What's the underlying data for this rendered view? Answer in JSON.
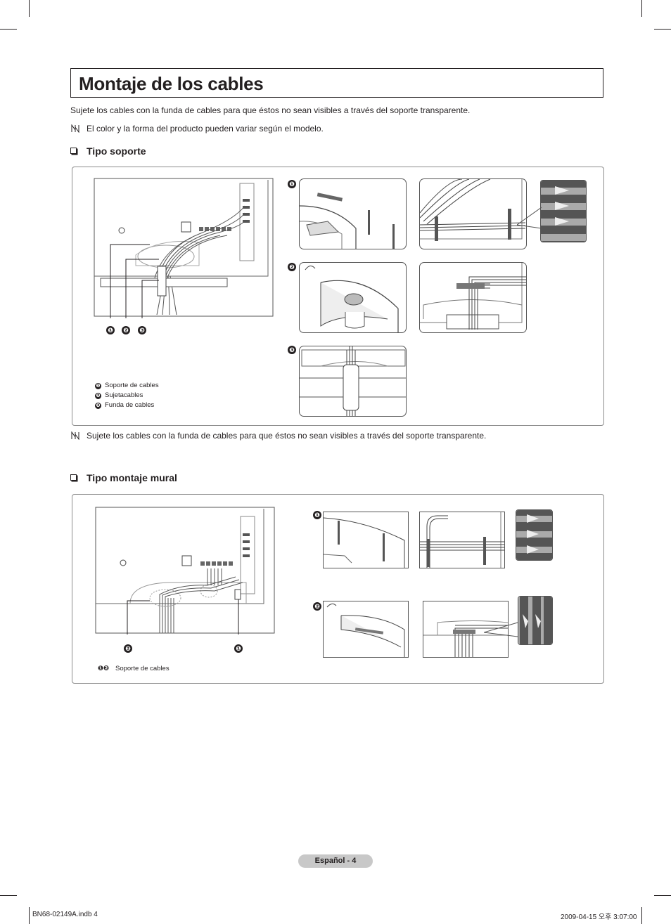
{
  "page": {
    "title": "Montaje de los cables",
    "intro": "Sujete los cables con la funda de cables para que éstos no sean visibles a través del soporte transparente.",
    "note_1": "El color y la forma del producto pueden variar según el modelo.",
    "note_2": "Sujete los cables con la funda de cables para que éstos no sean visibles a través del soporte transparente."
  },
  "section_stand": {
    "heading": "Tipo soporte",
    "callouts": [
      "❶",
      "❷",
      "❸"
    ],
    "legend": [
      {
        "marker": "❶",
        "label": "Soporte de cables"
      },
      {
        "marker": "❷",
        "label": "Sujetacables"
      },
      {
        "marker": "❸",
        "label": "Funda de cables"
      }
    ]
  },
  "section_wall": {
    "heading": "Tipo montaje mural",
    "callouts": [
      "❷",
      "❶"
    ],
    "steps": [
      "❶",
      "❷"
    ],
    "legend": [
      {
        "marker": "❶❷",
        "label": "Soporte de cables"
      }
    ]
  },
  "footer": {
    "page_label": "Español - 4",
    "slug_file": "BN68-02149A.indb   4",
    "slug_date": "2009-04-15   오후 3:07:00"
  },
  "colors": {
    "ink": "#231f20",
    "panel_border": "#8a8a8a",
    "pill": "#c8c8c8"
  }
}
